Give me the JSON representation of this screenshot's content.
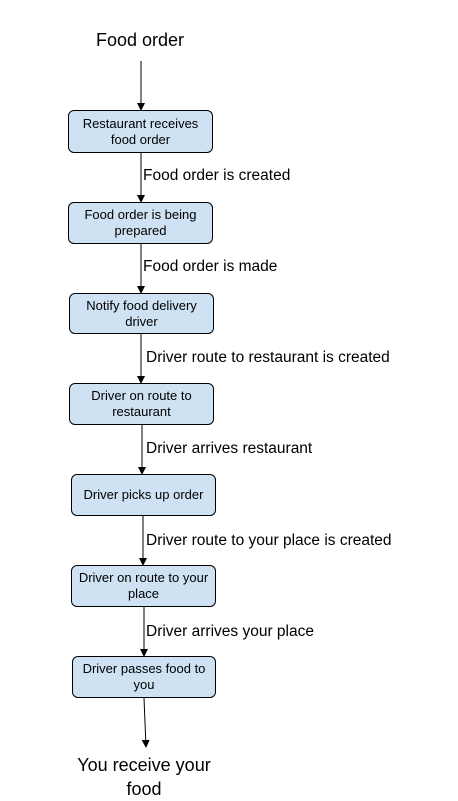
{
  "start": "Food order",
  "end": "You receive your food",
  "steps": [
    "Restaurant receives food order",
    "Food order is being prepared",
    "Notify food delivery driver",
    "Driver on route to restaurant",
    "Driver picks up order",
    "Driver on route to your place",
    "Driver passes food to you"
  ],
  "transitions": [
    "Food order is created",
    "Food order is made",
    "Driver route to restaurant is created",
    "Driver arrives restaurant",
    "Driver route to your place is created",
    "Driver arrives your place"
  ],
  "colors": {
    "box_fill": "#cfe2f3",
    "stroke": "#000000"
  }
}
